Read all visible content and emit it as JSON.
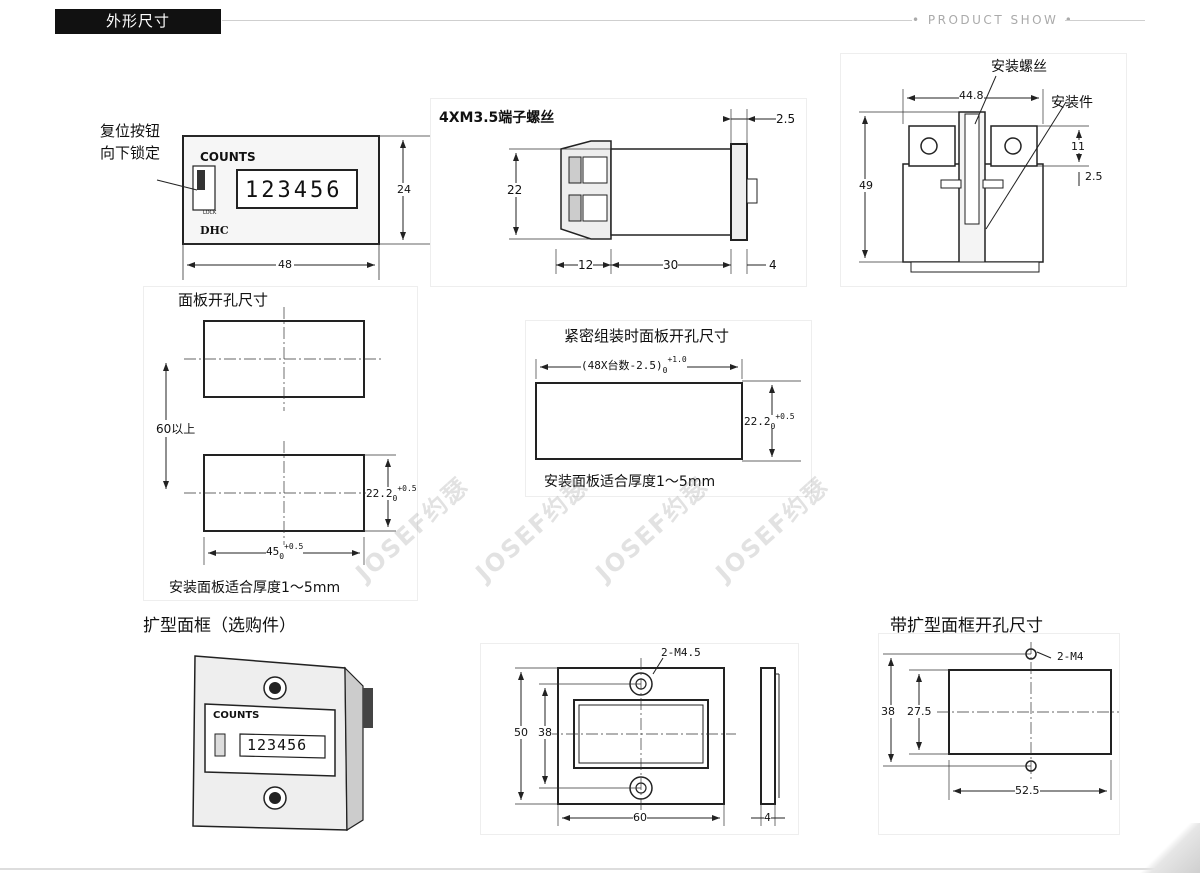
{
  "header": {
    "title": "外形尺寸",
    "right_label": "• PRODUCT SHOW •"
  },
  "front_view": {
    "reset_label_line1": "复位按钮",
    "reset_label_line2": "向下锁定",
    "counts": "COUNTS",
    "display": "123456",
    "lock": "LOCK",
    "brand": "DHC",
    "dim_width": "48",
    "dim_height": "24"
  },
  "side_view": {
    "terminal_label": "4XM3.5端子螺丝",
    "dim_25": "2.5",
    "dim_22": "22",
    "dim_12": "12",
    "dim_30": "30",
    "dim_4": "4"
  },
  "top_view": {
    "screw_label": "安装螺丝",
    "bracket_label": "安装件",
    "dim_448": "44.8",
    "dim_49": "49",
    "dim_11": "11",
    "dim_25": "2.5"
  },
  "panel_cutout": {
    "title": "面板开孔尺寸",
    "dim_60": "60以上",
    "dim_222": "22.2",
    "dim_222_tol": "+0.5",
    "dim_222_sub": "0",
    "dim_45": "45",
    "dim_45_tol": "+0.5",
    "dim_45_sub": "0",
    "thickness": "安装面板适合厚度1～5mm"
  },
  "dense_cutout": {
    "title": "紧密组装时面板开孔尺寸",
    "formula": "(48X台数-2.5)",
    "formula_tol": "+1.0",
    "formula_sub": "0",
    "dim_222": "22.2",
    "dim_222_tol": "+0.5",
    "dim_222_sub": "0",
    "thickness": "安装面板适合厚度1～5mm"
  },
  "watermarks": [
    "JOSEF约瑟",
    "JOSEF约瑟",
    "JOSEF约瑟",
    "JOSEF约瑟"
  ],
  "expanded_frame": {
    "title": "扩型面框（选购件）",
    "counts": "COUNTS",
    "display": "123456"
  },
  "frame_drawing": {
    "hole_label": "2-M4.5",
    "dim_50": "50",
    "dim_38": "38",
    "dim_60": "60",
    "dim_4": "4"
  },
  "frame_cutout": {
    "title": "带扩型面框开孔尺寸",
    "hole_label": "2-M4",
    "dim_38": "38",
    "dim_275": "27.5",
    "dim_525": "52.5"
  }
}
